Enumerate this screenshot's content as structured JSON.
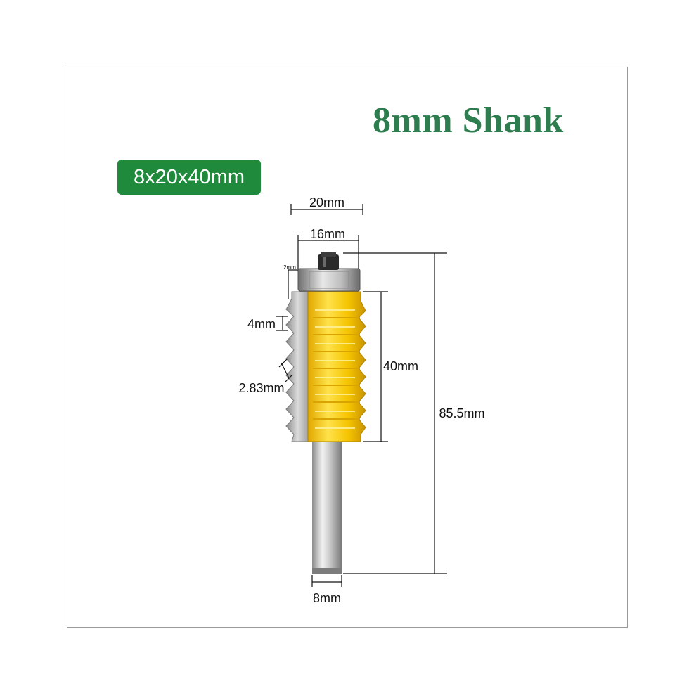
{
  "title": "8mm Shank",
  "size_badge": "8x20x40mm",
  "dimensions": {
    "cutter_diameter": "20mm",
    "bearing_diameter": "16mm",
    "bearing_offset": "2mm",
    "tooth_pitch": "4mm",
    "tooth_depth": "2.83mm",
    "cutting_length": "40mm",
    "overall_length": "85.5mm",
    "shank_diameter": "8mm"
  },
  "colors": {
    "title": "#2e7d4f",
    "badge_bg": "#1f8a3c",
    "cutter_body": "#f5c400",
    "carbide": "#a8a8a8",
    "shank": "#b5b5b5"
  },
  "icons": {
    "product": "router-bit-icon"
  }
}
